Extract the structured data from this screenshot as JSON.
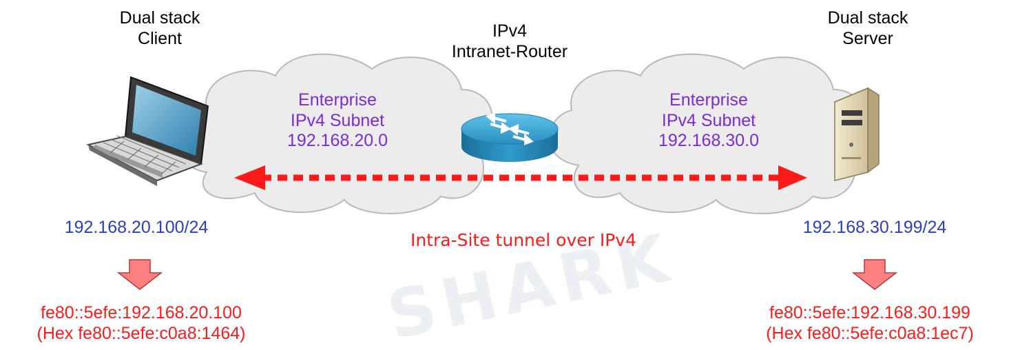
{
  "watermark": "SHARK",
  "client": {
    "title_line1": "Dual stack",
    "title_line2": "Client",
    "ipv4": "192.168.20.100/24",
    "link_local": "fe80::5efe:192.168.20.100",
    "hex": "(Hex fe80::5efe:c0a8:1464)"
  },
  "server": {
    "title_line1": "Dual stack",
    "title_line2": "Server",
    "ipv4": "192.168.30.199/24",
    "link_local": "fe80::5efe:192.168.30.199",
    "hex": "(Hex fe80::5efe:c0a8:1ec7)"
  },
  "router": {
    "line1": "IPv4",
    "line2": "Intranet-Router"
  },
  "subnet_left": {
    "line1": "Enterprise",
    "line2": "IPv4 Subnet",
    "line3": "192.168.20.0"
  },
  "subnet_right": {
    "line1": "Enterprise",
    "line2": "IPv4 Subnet",
    "line3": "192.168.30.0"
  },
  "tunnel_label": "Intra-Site tunnel over IPv4",
  "colors": {
    "cloud_fill": "#ececec",
    "cloud_stroke": "#b8b8b8",
    "subnet_text": "#7b2bd8",
    "ipv4_text": "#2b3fbf",
    "accent_red": "#ff1a1a",
    "down_arrow": "#ff8080",
    "router": "#2a8fc0",
    "watermark": "#d6e4f2"
  }
}
